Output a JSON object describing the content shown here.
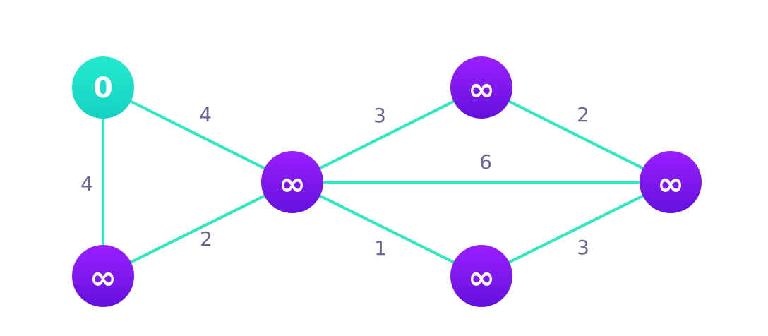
{
  "colors": {
    "edge": "#2ee8c0",
    "edge_label": "#6a6594",
    "source_node_top": "#25e9cf",
    "source_node_bottom": "#12d3c2",
    "node_top": "#9b1fff",
    "node_bottom": "#6410df",
    "node_text": "#ffffff"
  },
  "nodes": [
    {
      "id": "a",
      "label": "0",
      "kind": "source"
    },
    {
      "id": "b",
      "label": "∞",
      "kind": "unvisited"
    },
    {
      "id": "c",
      "label": "∞",
      "kind": "unvisited"
    },
    {
      "id": "d",
      "label": "∞",
      "kind": "unvisited"
    },
    {
      "id": "e",
      "label": "∞",
      "kind": "unvisited"
    },
    {
      "id": "f",
      "label": "∞",
      "kind": "unvisited"
    }
  ],
  "edges": [
    {
      "from": "a",
      "to": "c",
      "weight": "4"
    },
    {
      "from": "a",
      "to": "b",
      "weight": "4"
    },
    {
      "from": "b",
      "to": "c",
      "weight": "2"
    },
    {
      "from": "c",
      "to": "d",
      "weight": "3"
    },
    {
      "from": "c",
      "to": "f",
      "weight": "6"
    },
    {
      "from": "c",
      "to": "e",
      "weight": "1"
    },
    {
      "from": "d",
      "to": "f",
      "weight": "2"
    },
    {
      "from": "e",
      "to": "f",
      "weight": "3"
    }
  ]
}
